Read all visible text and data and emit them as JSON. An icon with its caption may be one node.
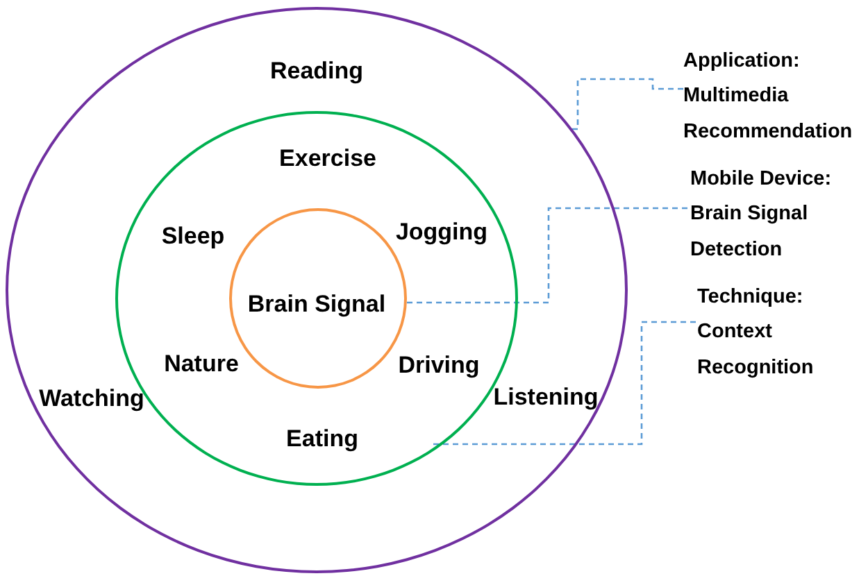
{
  "diagram": {
    "nodes": [
      {
        "text": [
          "Reading",
          "Watching",
          "Listening"
        ]
      },
      {
        "text": [
          "Exercise",
          "Sleep",
          "Jogging",
          "Nature",
          "Driving",
          "Eating"
        ],
        "in": 0
      },
      {
        "text": [
          "Brain Signal"
        ],
        "in": 1
      },
      {
        "text": [
          "Application: Multimedia Recommendation"
        ]
      },
      {
        "text": [
          "Mobile Device: Brain Signal Detection"
        ]
      },
      {
        "text": [
          "Technique: Context Recognition"
        ]
      }
    ],
    "edges": [
      {
        "from": 0,
        "to": 3,
        "arrow": "none",
        "style": "dashed"
      },
      {
        "from": 2,
        "to": 4,
        "arrow": "none",
        "style": "dashed"
      },
      {
        "from": 1,
        "to": 5,
        "arrow": "none",
        "style": "dashed"
      }
    ]
  }
}
